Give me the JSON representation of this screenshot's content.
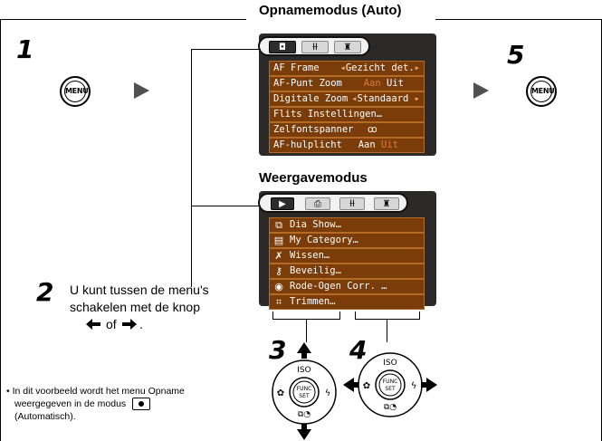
{
  "record_section": {
    "title": "Opnamemodus (Auto)",
    "tab_icons": [
      "camera-tab-icon",
      "settings-tab-icon",
      "my-settings-tab-icon"
    ],
    "tab_glyphs": [
      "◘",
      "ƚƚ",
      "♜"
    ],
    "items": [
      {
        "label": "AF Frame",
        "value": "Gezicht det."
      },
      {
        "label": "AF-Punt Zoom",
        "value_dim": "Aan",
        "value": "Uit"
      },
      {
        "label": "Digitale Zoom",
        "value": "Standaard"
      },
      {
        "label": "Flits Instellingen…",
        "value": ""
      },
      {
        "label": "Zelfontspanner",
        "value": "ꝏ"
      },
      {
        "label": "AF-hulplicht",
        "value": "Aan",
        "value_dim": "Uit"
      }
    ]
  },
  "playback_section": {
    "title": "Weergavemodus",
    "tab_glyphs": [
      "▶",
      "⎙",
      "ƚƚ",
      "♜"
    ],
    "items": [
      {
        "icon": "slideshow-icon",
        "glyph": "⧉",
        "label": "Dia Show…"
      },
      {
        "icon": "my-category-icon",
        "glyph": "▤",
        "label": "My Category…"
      },
      {
        "icon": "erase-icon",
        "glyph": "✗",
        "label": "Wissen…"
      },
      {
        "icon": "protect-icon",
        "glyph": "⚷",
        "label": "Beveilig…"
      },
      {
        "icon": "red-eye-icon",
        "glyph": "◉",
        "label": "Rode-Ogen Corr. …"
      },
      {
        "icon": "trim-icon",
        "glyph": "⌗",
        "label": "Trimmen…"
      }
    ]
  },
  "steps": {
    "step1": "1",
    "step2": "2",
    "step3": "3",
    "step4": "4",
    "step5": "5"
  },
  "menu_button_label": "MENU",
  "step2_text": {
    "line1": "U kunt tussen de menu's",
    "line2": "schakelen met de knop",
    "line3_of": "of",
    "line3_end": "."
  },
  "note": {
    "bullet": "•",
    "line1": "In dit voorbeeld wordt het menu Opname",
    "line2": "weergegeven in de modus",
    "line3": "(Automatisch)."
  },
  "dial": {
    "top_label": "ISO",
    "center_top": "FUNC",
    "center_bottom": "SET"
  },
  "colors": {
    "menu_row_bg": "#7a3c08",
    "lcd_bg": "#2b2a28",
    "inactive_value": "#e07a3c"
  }
}
